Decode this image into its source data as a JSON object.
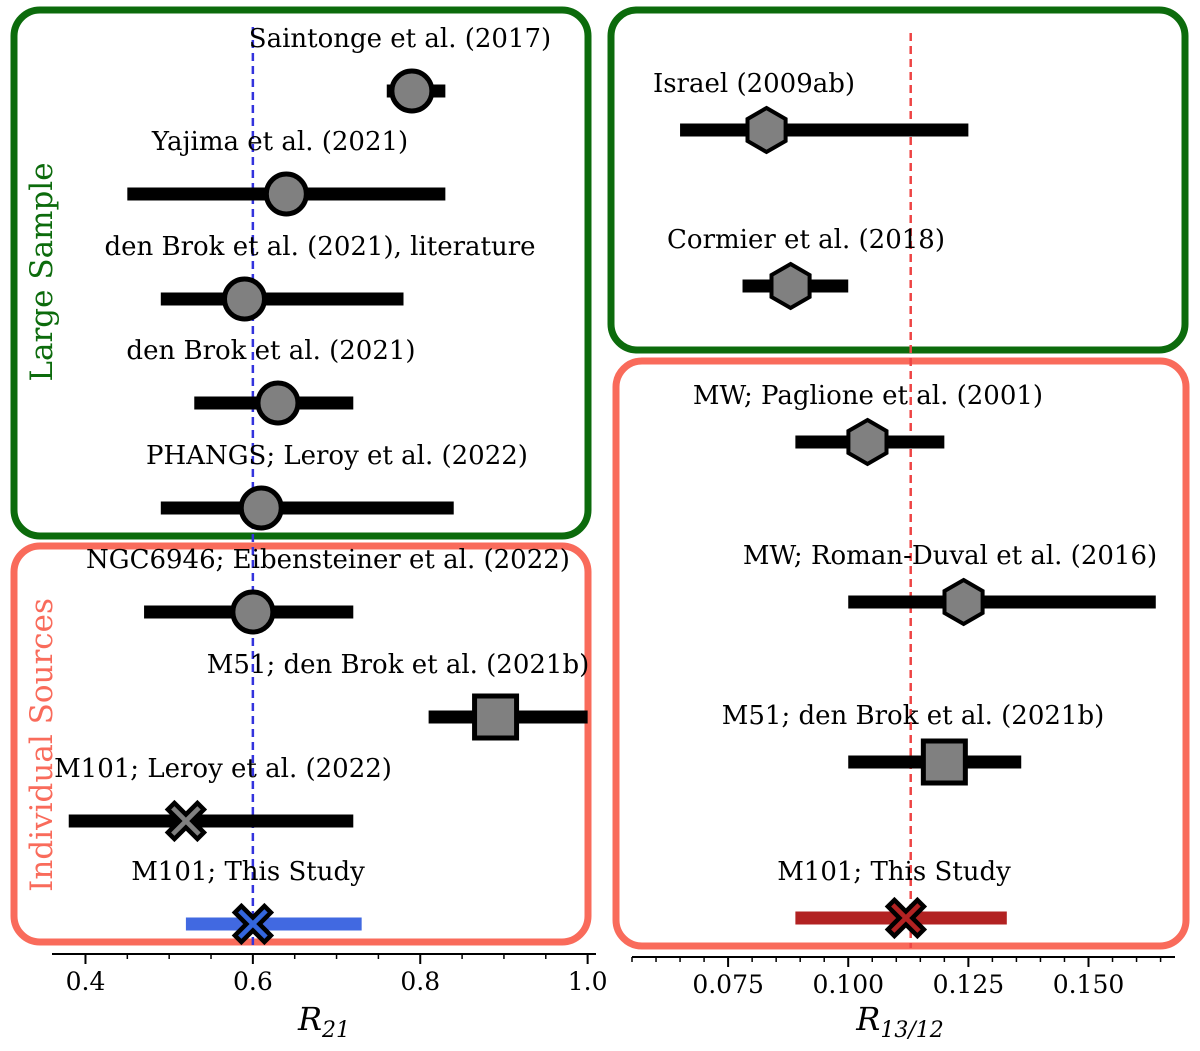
{
  "chart_data": [
    {
      "type": "scatter",
      "panel": "left",
      "xlabel": "R",
      "xlabel_sub": "21",
      "xlim": [
        0.36,
        1.01
      ],
      "xticks": [
        "0.4",
        "0.6",
        "0.8",
        "1.0"
      ],
      "reference_line": {
        "x": 0.6,
        "color": "#3333dd"
      },
      "groups": [
        {
          "label": "Large Sample",
          "color": "#0c6b0c"
        },
        {
          "label": "Individual Sources",
          "color": "#f96b5b"
        }
      ],
      "points": [
        {
          "label": "Saintonge et al. (2017)",
          "value": 0.79,
          "err_lo": 0.76,
          "err_hi": 0.83,
          "marker": "circle",
          "color": "#808080",
          "group": "Large Sample"
        },
        {
          "label": "Yajima et al. (2021)",
          "value": 0.64,
          "err_lo": 0.45,
          "err_hi": 0.83,
          "marker": "circle",
          "color": "#808080",
          "group": "Large Sample"
        },
        {
          "label": "den Brok et al. (2021), literature",
          "value": 0.59,
          "err_lo": 0.49,
          "err_hi": 0.78,
          "marker": "circle",
          "color": "#808080",
          "group": "Large Sample"
        },
        {
          "label": "den Brok et al. (2021)",
          "value": 0.63,
          "err_lo": 0.53,
          "err_hi": 0.72,
          "marker": "circle",
          "color": "#808080",
          "group": "Large Sample"
        },
        {
          "label": "PHANGS; Leroy et al. (2022)",
          "value": 0.61,
          "err_lo": 0.49,
          "err_hi": 0.84,
          "marker": "circle",
          "color": "#808080",
          "group": "Large Sample"
        },
        {
          "label": "NGC6946; Eibensteiner et al. (2022)",
          "value": 0.6,
          "err_lo": 0.47,
          "err_hi": 0.72,
          "marker": "circle",
          "color": "#808080",
          "group": "Individual Sources"
        },
        {
          "label": "M51; den Brok et al. (2021b)",
          "value": 0.89,
          "err_lo": 0.81,
          "err_hi": 1.0,
          "marker": "square",
          "color": "#808080",
          "group": "Individual Sources"
        },
        {
          "label": "M101; Leroy et al. (2022)",
          "value": 0.52,
          "err_lo": 0.38,
          "err_hi": 0.72,
          "marker": "x",
          "color": "#808080",
          "group": "Individual Sources"
        },
        {
          "label": "M101; This Study",
          "value": 0.6,
          "err_lo": 0.52,
          "err_hi": 0.73,
          "marker": "x",
          "color": "#3366dd",
          "label_color": "#2020e0",
          "bar_color": "#4169e1",
          "group": "Individual Sources"
        }
      ]
    },
    {
      "type": "scatter",
      "panel": "right",
      "xlabel": "R",
      "xlabel_sub": "13/12",
      "xlim": [
        0.055,
        0.168
      ],
      "xticks": [
        "0.075",
        "0.100",
        "0.125",
        "0.150"
      ],
      "reference_line": {
        "x": 0.113,
        "color": "#ee4444"
      },
      "groups": [
        {
          "label": "",
          "color": "#0c6b0c"
        },
        {
          "label": "",
          "color": "#f96b5b"
        }
      ],
      "points": [
        {
          "label": "Israel (2009ab)",
          "value": 0.083,
          "err_lo": 0.065,
          "err_hi": 0.125,
          "marker": "hexagon",
          "color": "#808080"
        },
        {
          "label": "Cormier et al. (2018)",
          "value": 0.088,
          "err_lo": 0.078,
          "err_hi": 0.1,
          "marker": "hexagon",
          "color": "#808080"
        },
        {
          "label": "MW; Paglione et al. (2001)",
          "value": 0.104,
          "err_lo": 0.089,
          "err_hi": 0.12,
          "marker": "hexagon",
          "color": "#808080"
        },
        {
          "label": "MW; Roman-Duval et al. (2016)",
          "value": 0.124,
          "err_lo": 0.1,
          "err_hi": 0.164,
          "marker": "hexagon",
          "color": "#808080"
        },
        {
          "label": "M51; den Brok et al. (2021b)",
          "value": 0.12,
          "err_lo": 0.1,
          "err_hi": 0.136,
          "marker": "square",
          "color": "#808080"
        },
        {
          "label": "M101; This Study",
          "value": 0.112,
          "err_lo": 0.089,
          "err_hi": 0.133,
          "marker": "x",
          "color": "#b22222",
          "label_color": "#e02020",
          "bar_color": "#b22222"
        }
      ]
    }
  ]
}
